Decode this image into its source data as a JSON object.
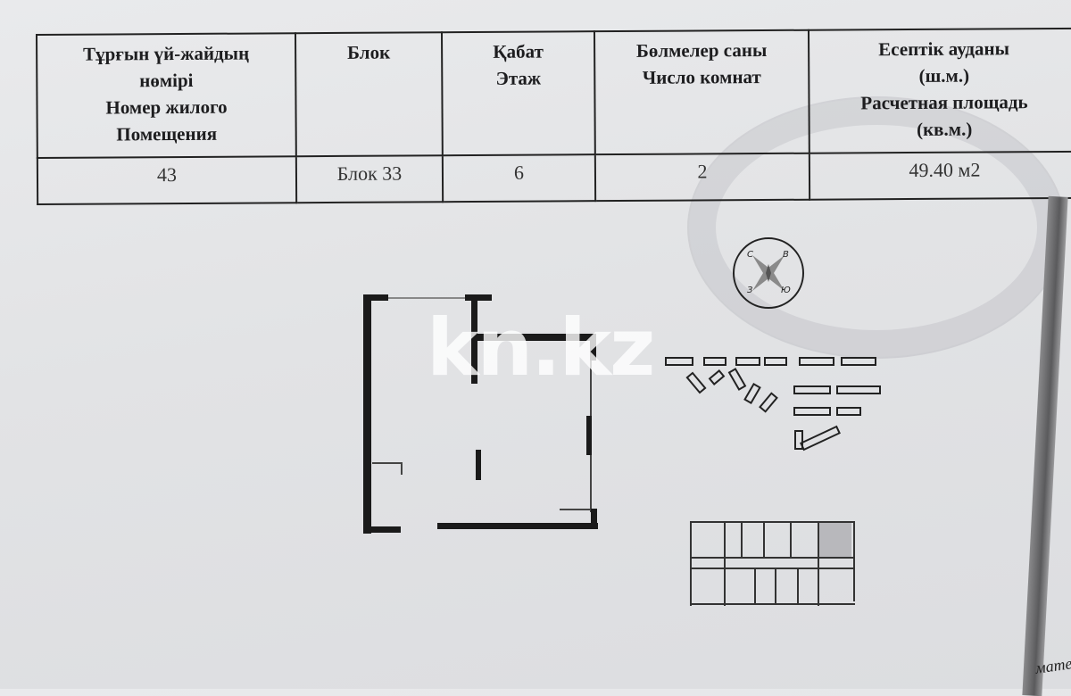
{
  "table": {
    "headers": [
      {
        "kz": "Тұрғын үй-жайдың нөмірі",
        "ru": "Номер жилого Помещения"
      },
      {
        "kz": "Блок",
        "ru": ""
      },
      {
        "kz": "Қабат",
        "ru": "Этаж"
      },
      {
        "kz": "Бөлмелер саны",
        "ru": "Число комнат"
      },
      {
        "kz": "Есептік ауданы (ш.м.)",
        "ru": "Расчетная площадь (кв.м.)"
      }
    ],
    "header_lines": {
      "h1": [
        "Тұрғын үй-жайдың",
        "нөмірі",
        "Номер жилого",
        "Помещения"
      ],
      "h2": [
        "Блок"
      ],
      "h3": [
        "Қабат",
        "Этаж"
      ],
      "h4": [
        "Бөлмелер саны",
        "Число комнат"
      ],
      "h5": [
        "Есептік ауданы",
        "(ш.м.)",
        "Расчетная площадь",
        "(кв.м.)"
      ]
    },
    "row": {
      "apartment_number": "43",
      "block": "Блок 33",
      "floor": "6",
      "rooms": "2",
      "area": "49.40 м2"
    }
  },
  "watermark": "kn.kz",
  "compass": {
    "n": "С",
    "e": "В",
    "w": "З",
    "s": "Ю"
  },
  "page_edge_text": "мате"
}
